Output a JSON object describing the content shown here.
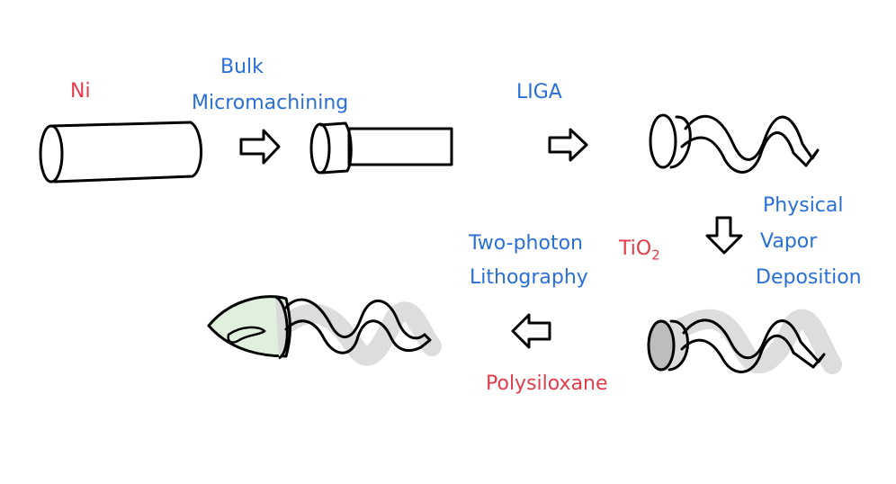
{
  "labels": {
    "ni": "Ni",
    "bulk": "Bulk",
    "micromachining": "Micromachining",
    "liga": "LIGA",
    "physical": "Physical",
    "vapor": "Vapor",
    "deposition": "Deposition",
    "tio2_main": "TiO",
    "tio2_sub": "2",
    "two_photon": "Two-photon",
    "lithography": "Lithography",
    "polysiloxane": "Polysiloxane"
  },
  "colors": {
    "material": "#e33b4a",
    "process": "#2a6fd6",
    "outline": "#000000",
    "shadow": "#bdbdbd",
    "cap_fill": "#d9d9d9",
    "coating": "#dff0dc"
  },
  "icons": [
    "right-arrow-icon",
    "down-arrow-icon",
    "left-arrow-icon"
  ]
}
